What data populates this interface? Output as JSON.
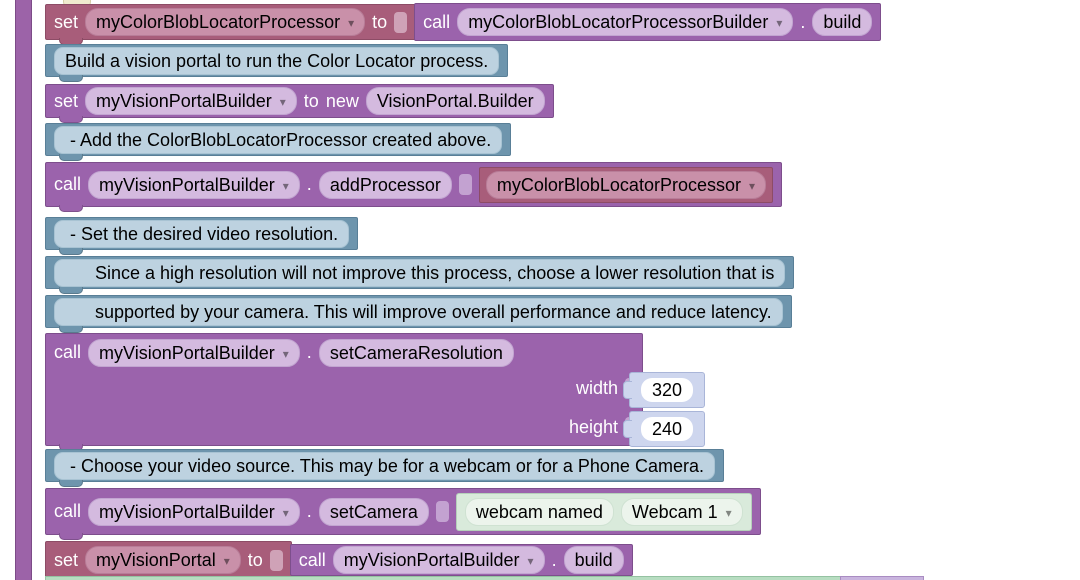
{
  "colors": {
    "set_block": "#a85d7a",
    "set_block_border": "#8d4c66",
    "set_field": "#c990a9",
    "set_field_border": "#b87d98",
    "call_block": "#9b63ac",
    "call_block_border": "#7d4e8c",
    "call_field": "#d4badf",
    "call_field_border": "#c2a5d1",
    "comment_block": "#6e95ad",
    "comment_block_border": "#597f97",
    "comment_field": "#bdd2e0",
    "comment_field_border": "#a8c3d3",
    "number_block": "#ced6ee",
    "number_block_border": "#a9b5d8",
    "number_field": "#ffffff",
    "webcam_block": "#d9eadb",
    "webcam_block_border": "#b5d0ba",
    "webcam_field": "#ecf4ec",
    "webcam_field_border": "#cfe2d2",
    "strip": "#9c63a8",
    "strip_border": "#7c4b87",
    "notch_cream": "#f0ebcf",
    "strip_bottom_mint": "#b7ddc1",
    "strip_bottom_lavender": "#c9b4de"
  },
  "rows": {
    "r1": {
      "kw_set": "set",
      "var": "myColorBlobLocatorProcessor",
      "kw_to": "to",
      "kw_call": "call",
      "fn_var": "myColorBlobLocatorProcessorBuilder",
      "dot": ".",
      "method": "build"
    },
    "r2": {
      "text": "Build a vision portal to run the Color Locator process."
    },
    "r3": {
      "kw_set": "set",
      "var": "myVisionPortalBuilder",
      "kw_to": "to",
      "kw_new": "new",
      "cls": "VisionPortal.Builder"
    },
    "r4": {
      "text": " - Add the ColorBlobLocatorProcessor created above."
    },
    "r5": {
      "kw_call": "call",
      "var": "myVisionPortalBuilder",
      "dot": ".",
      "method": "addProcessor",
      "arg_var": "myColorBlobLocatorProcessor"
    },
    "r6": {
      "text": " - Set the desired video resolution."
    },
    "r7": {
      "text": "      Since a high resolution will not improve this process, choose a lower resolution that is"
    },
    "r8": {
      "text": "      supported by your camera. This will improve overall performance and reduce latency."
    },
    "r9": {
      "kw_call": "call",
      "var": "myVisionPortalBuilder",
      "dot": ".",
      "method": "setCameraResolution",
      "arg1_label": "width",
      "arg1_value": "320",
      "arg2_label": "height",
      "arg2_value": "240"
    },
    "r10": {
      "text": " - Choose your video source. This may be for a webcam or for a Phone Camera."
    },
    "r11": {
      "kw_call": "call",
      "var": "myVisionPortalBuilder",
      "dot": ".",
      "method": "setCamera",
      "webcam_label": "webcam named",
      "webcam_value": "Webcam 1"
    },
    "r12": {
      "kw_set": "set",
      "var": "myVisionPortal",
      "kw_to": "to",
      "kw_call": "call",
      "fn_var": "myVisionPortalBuilder",
      "dot": ".",
      "method": "build"
    }
  }
}
